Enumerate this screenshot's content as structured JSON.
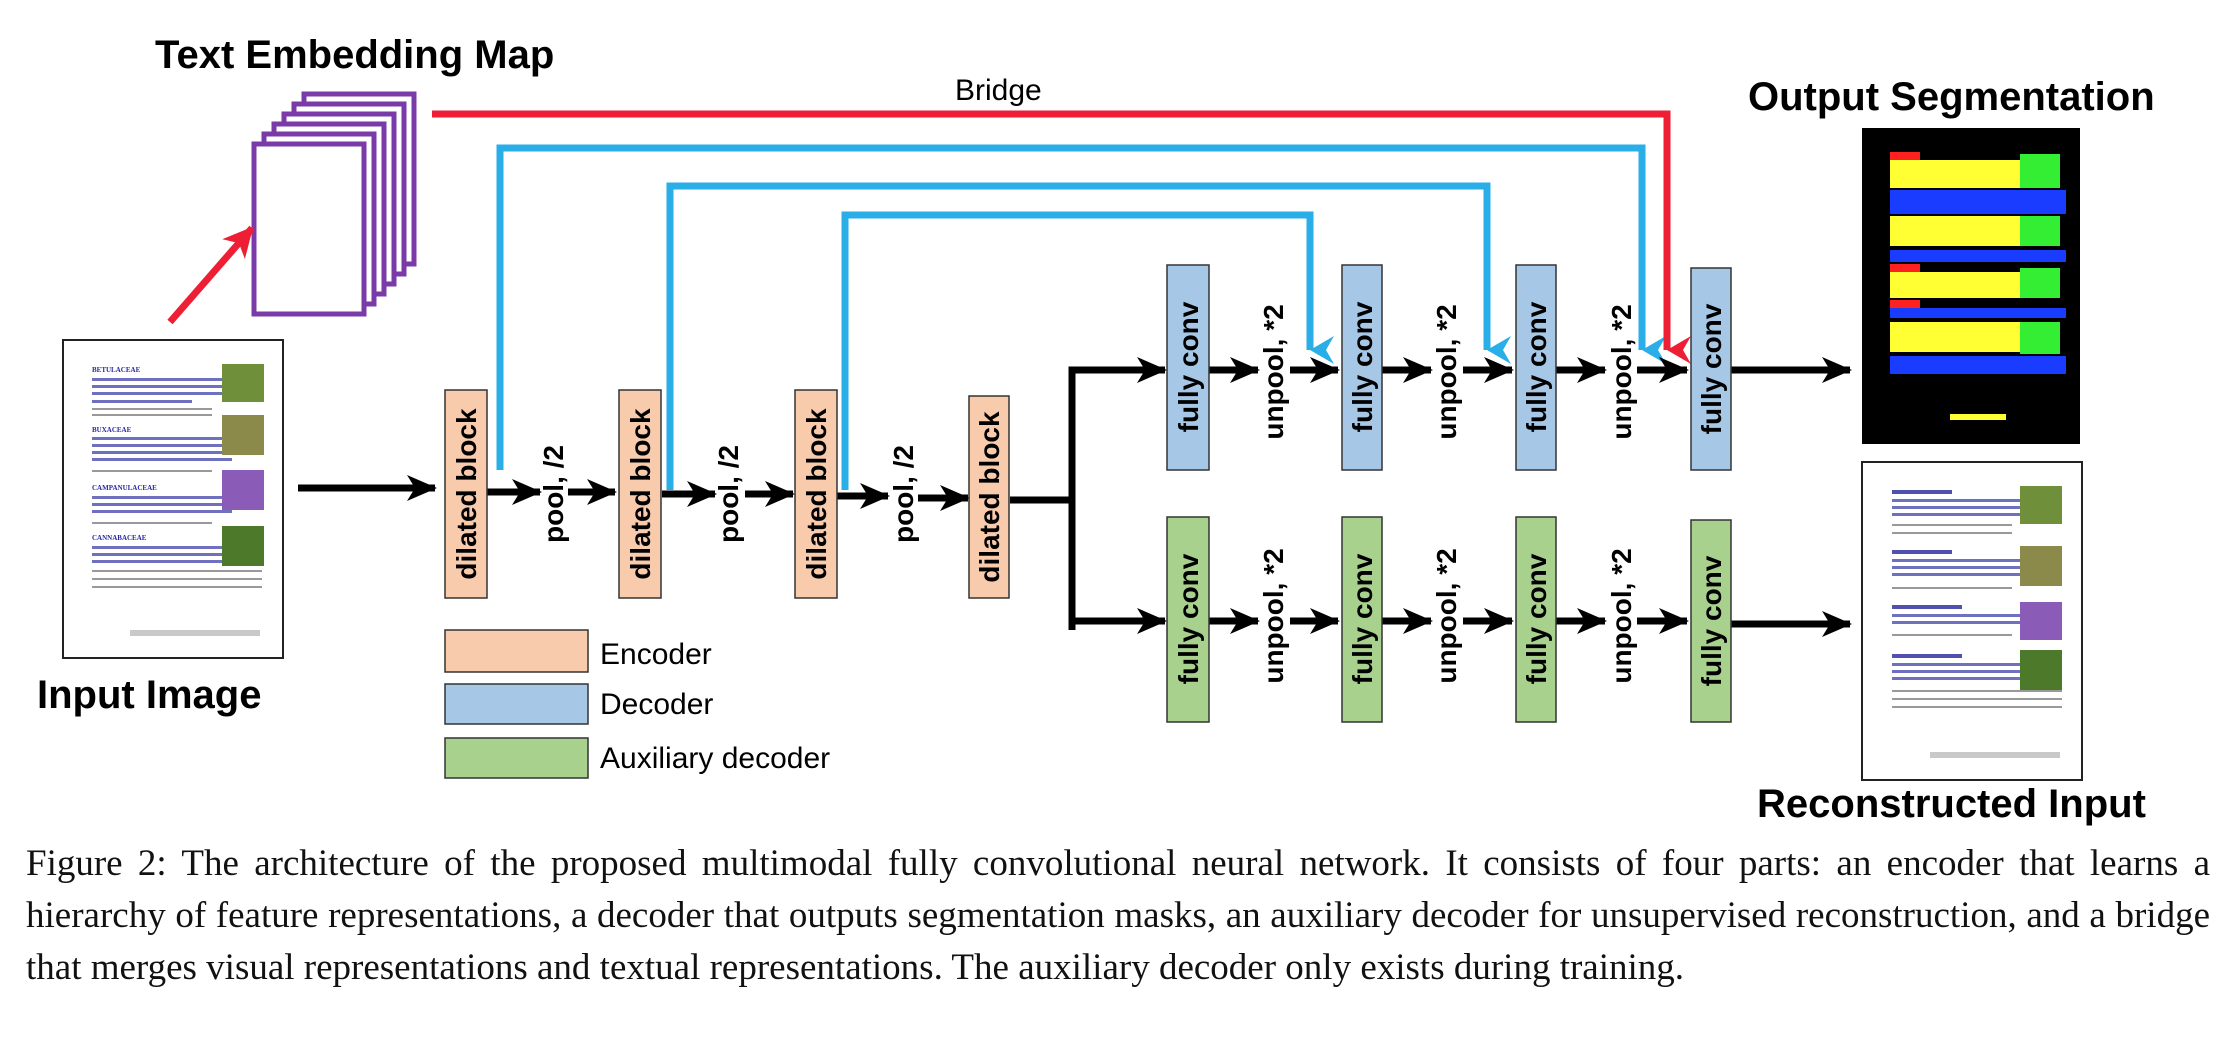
{
  "labels": {
    "text_embedding_map": "Text Embedding Map",
    "bridge": "Bridge",
    "output_segmentation": "Output Segmentation",
    "input_image": "Input Image",
    "reconstructed_input": "Reconstructed Input"
  },
  "blocks": {
    "dilated": "dilated block",
    "pool": "pool, /2",
    "fully_conv": "fully conv",
    "unpool": "unpool, *2"
  },
  "legend": [
    {
      "label": "Encoder",
      "color": "#f8cbad"
    },
    {
      "label": "Decoder",
      "color": "#a6c8e6"
    },
    {
      "label": "Auxiliary decoder",
      "color": "#a9d18e"
    }
  ],
  "colors": {
    "encoder": "#f8cbad",
    "decoder": "#a6c8e6",
    "auxiliary": "#a9d18e",
    "skip_arrow": "#29aee8",
    "bridge_arrow": "#ee1f35",
    "embedding_stack": "#7a3aa8",
    "mask_yellow": "#ffff33",
    "mask_blue": "#1a3cff",
    "mask_green": "#33ee33",
    "mask_red": "#ff2020"
  },
  "caption": "Figure 2: The architecture of the proposed multimodal fully convolutional neural network. It consists of four parts: an encoder that learns a hierarchy of feature representations, a decoder that outputs segmentation masks, an auxiliary decoder for unsupervised reconstruction, and a bridge that merges visual representations and textual representations. The auxiliary decoder only exists during training."
}
